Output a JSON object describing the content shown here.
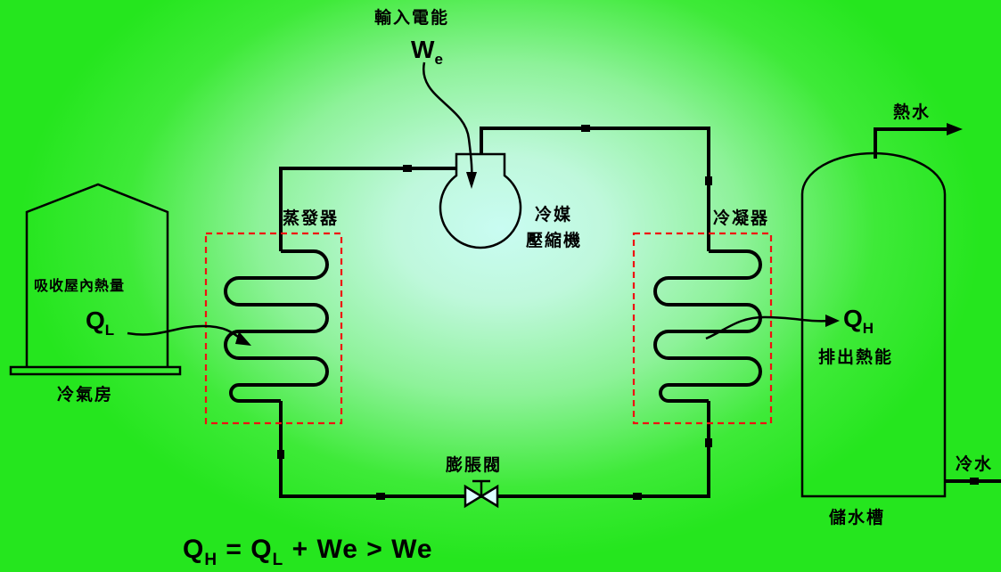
{
  "labels": {
    "input_power": "輸入電能",
    "evaporator": "蒸發器",
    "compressor_line1": "冷媒",
    "compressor_line2": "壓縮機",
    "condenser": "冷凝器",
    "hot_water": "熱水",
    "absorb_heat": "吸收屋內熱量",
    "cold_room": "冷氣房",
    "release_heat": "排出熱能",
    "expansion_valve": "膨脹閥",
    "cold_water": "冷水",
    "storage_tank": "儲水槽"
  },
  "symbols": {
    "we": {
      "main": "W",
      "sub": "e"
    },
    "ql": {
      "main": "Q",
      "sub": "L"
    },
    "qh": {
      "main": "Q",
      "sub": "H"
    }
  },
  "formula": {
    "qh": "Q",
    "qh_sub": "H",
    "eq": " = ",
    "ql": "Q",
    "ql_sub": "L",
    "plus": " + ",
    "we1": "We",
    "gt": " > ",
    "we2": "We"
  },
  "colors": {
    "background_edge": "#25e61e",
    "background_center": "#c9fcf2",
    "pipe": "#000000",
    "dashed_box": "#ee1111"
  }
}
